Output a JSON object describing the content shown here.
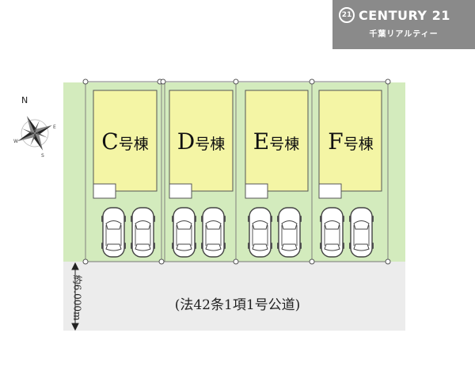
{
  "logo": {
    "mark": "21",
    "name": "CENTURY 21",
    "subtitle": "千葉リアルティー"
  },
  "compass": {
    "n": "N",
    "s": "S",
    "e": "E",
    "w": "W"
  },
  "houses": [
    {
      "letter": "C",
      "suffix": "号棟"
    },
    {
      "letter": "D",
      "suffix": "号棟"
    },
    {
      "letter": "E",
      "suffix": "号棟"
    },
    {
      "letter": "F",
      "suffix": "号棟"
    }
  ],
  "road": {
    "label": "(法42条1項1号公道)",
    "width_label": "約6.000m"
  },
  "colors": {
    "lot": "#d3ebbd",
    "house": "#f4f5a5",
    "road": "#ececec",
    "logo_bg": "#8a8a8a"
  }
}
